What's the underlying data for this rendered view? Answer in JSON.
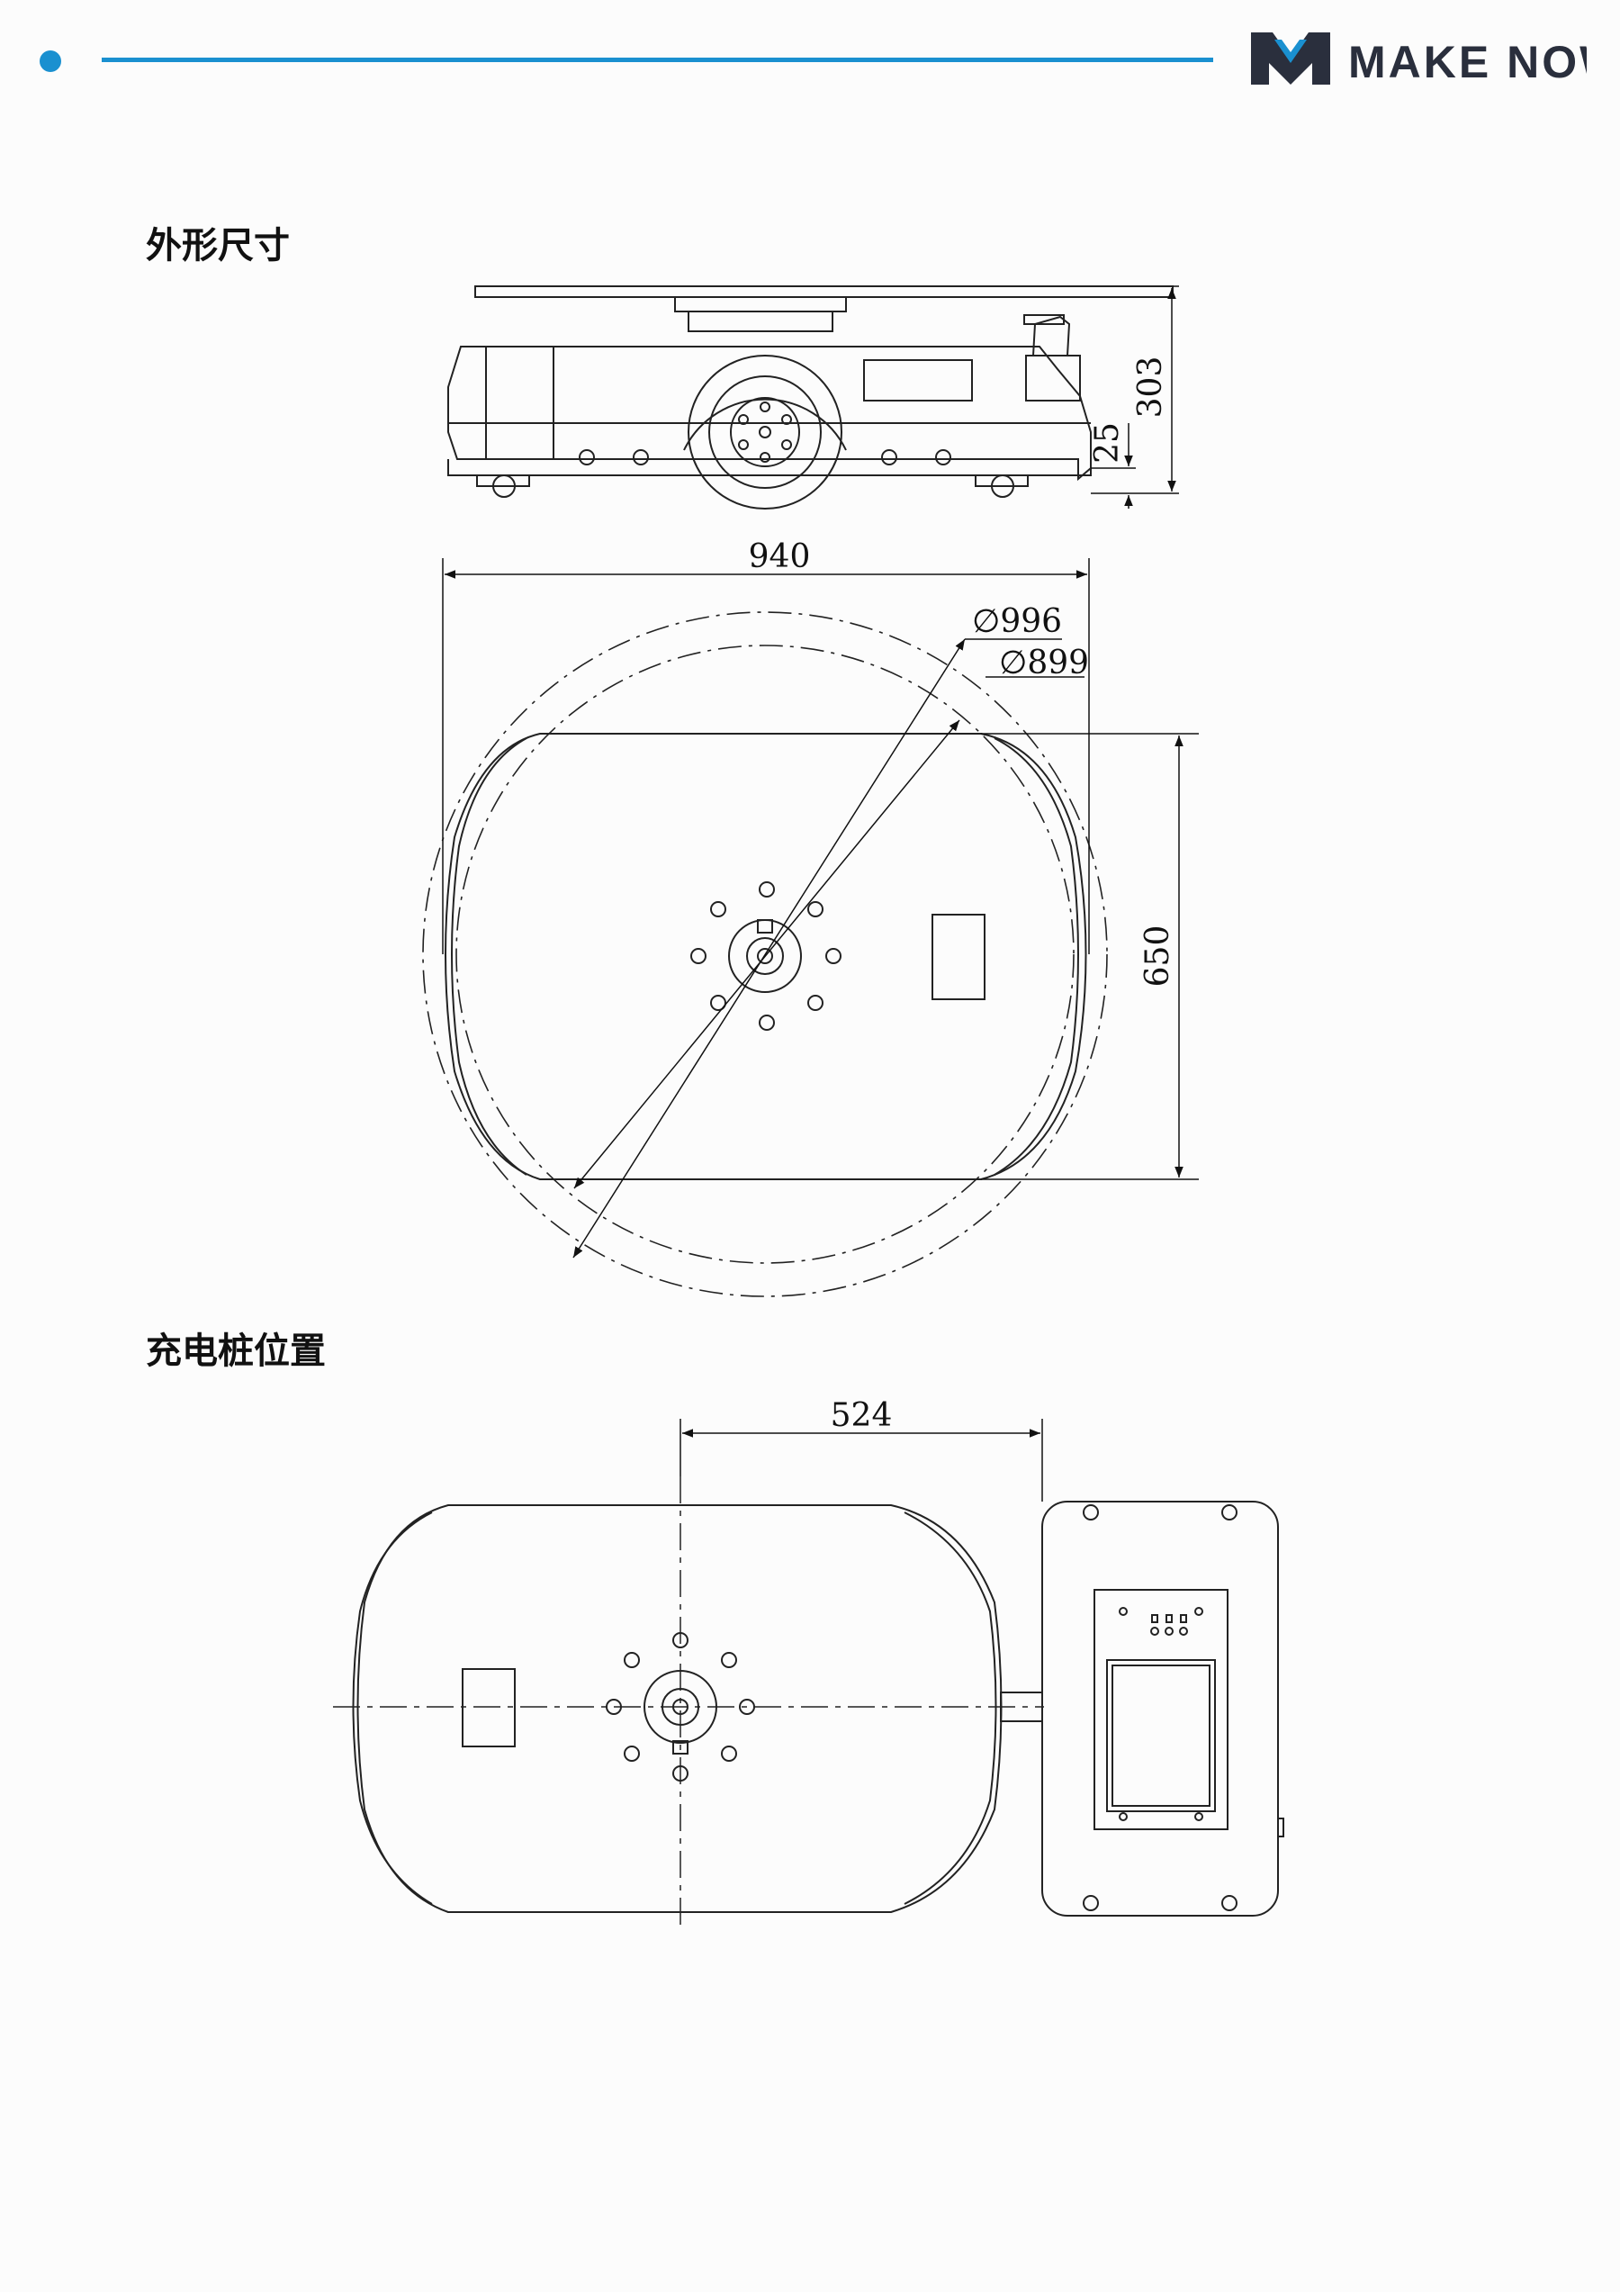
{
  "header": {
    "brand_name": "MAKE NOW",
    "accent_color": "#1a90d0"
  },
  "sections": [
    {
      "title": "外形尺寸"
    },
    {
      "title": "充电桩位置"
    }
  ],
  "side_view": {
    "dim_total_height": "303",
    "dim_ground_clearance": "25"
  },
  "top_view": {
    "dim_width": "940",
    "dim_outer_diameter": "∅996",
    "dim_inner_diameter": "∅899",
    "dim_depth": "650"
  },
  "charging_view": {
    "dim_distance": "524"
  }
}
